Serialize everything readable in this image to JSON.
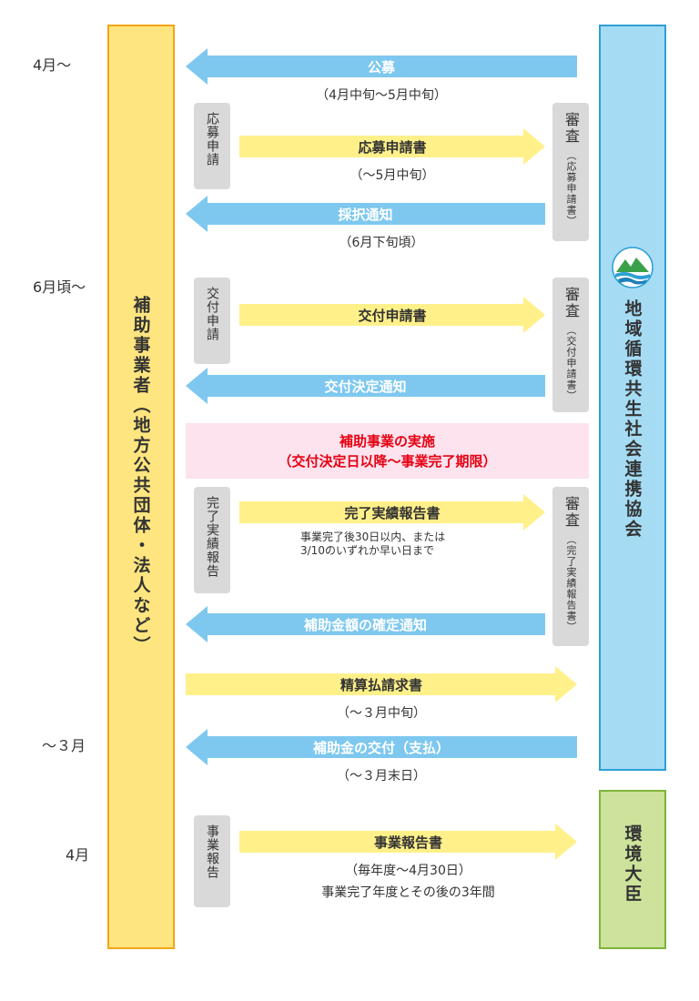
{
  "timeline": {
    "t1": "4月～",
    "t2": "6月頃～",
    "t3": "～３月",
    "t4": "4月"
  },
  "left_column": {
    "title": "補助事業者（地方公共団体・法人など）"
  },
  "right_column": {
    "title": "地域循環共生社会連携協会",
    "logo": "mountain-water-logo"
  },
  "minister": {
    "title": "環境大臣"
  },
  "pills": {
    "apply": "応募申請",
    "grant": "交付申請",
    "complete": "完了実績報告",
    "report": "事業報告"
  },
  "reviews": {
    "r1_big": "審査",
    "r1_small": "（応募申請書）",
    "r2_big": "審査",
    "r2_small": "（交付申請書）",
    "r3_big": "審査",
    "r3_small": "（完了実績報告書）"
  },
  "arrows": {
    "a1": "公募",
    "a2": "応募申請書",
    "a3": "採択通知",
    "a4": "交付申請書",
    "a5": "交付決定通知",
    "a6": "完了実績報告書",
    "a7": "補助金額の確定通知",
    "a8": "精算払請求書",
    "a9": "補助金の交付（支払）",
    "a10": "事業報告書"
  },
  "subs": {
    "s1": "（4月中旬～5月中旬）",
    "s2": "（～5月中旬）",
    "s3": "（6月下旬頃）",
    "s8": "（～３月中旬）",
    "s9": "（～３月末日）",
    "s10a": "（毎年度～4月30日）",
    "s10b": "事業完了年度とその後の3年間"
  },
  "note": {
    "line1": "事業完了後30日以内、または",
    "line2": "3/10のいずれか早い日まで"
  },
  "implementation": {
    "line1": "補助事業の実施",
    "line2": "（交付決定日以降～事業完了期限）"
  },
  "colors": {
    "yellow_col": "#ffe57f",
    "yellow_border": "#f2a516",
    "blue_col": "#a5dcf4",
    "blue_border": "#2e9fd4",
    "green_col": "#cde29a",
    "green_border": "#7fb33a",
    "arrow_blue": "#7ec8ef",
    "arrow_yellow": "#fff08a",
    "impl_bg": "#fde3ee",
    "impl_text": "#e60012"
  }
}
